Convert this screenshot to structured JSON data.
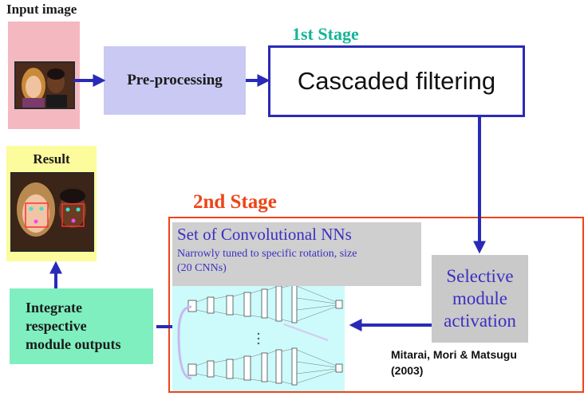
{
  "input": {
    "title": "Input image",
    "icon": "face-photo-two-people"
  },
  "preprocessing": {
    "label": "Pre-processing"
  },
  "stage1": {
    "label": "1st Stage",
    "box_label": "Cascaded filtering"
  },
  "result": {
    "title": "Result",
    "icon": "face-photo-detected-features"
  },
  "integrate": {
    "line1": "Integrate",
    "line2": "respective",
    "line3": "module outputs"
  },
  "stage2": {
    "label": "2nd Stage",
    "cnn_title": "Set of Convolutional NNs",
    "cnn_sub_line1": "Narrowly tuned to specific rotation, size",
    "cnn_sub_line2": "(20 CNNs)",
    "selective_line1": "Selective",
    "selective_line2": "module",
    "selective_line3": "activation"
  },
  "citation": {
    "line1": "Mitarai, Mori & Matsugu",
    "line2": "(2003)"
  },
  "colors": {
    "arrow": "#2a2ab8",
    "stage1_text": "#14b596",
    "stage2_text": "#ee4418",
    "cnn_text": "#3c2fc0",
    "input_bg": "#f4b9c0",
    "preproc_bg": "#c9c9f4",
    "result_bg": "#fcfc9c",
    "integrate_bg": "#7fefbf",
    "cnn_bg": "#cdfafa"
  }
}
